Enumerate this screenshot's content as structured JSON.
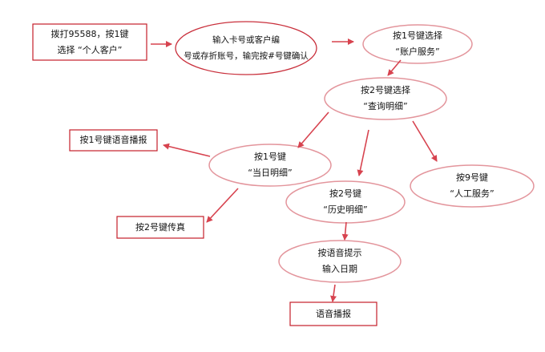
{
  "colors": {
    "box_border": "#c41f2a",
    "ellipse_first": "#c9303c",
    "ellipse": "#e3959c",
    "arrow": "#d7434f"
  },
  "nodes": {
    "start": {
      "line1": "拨打95588，按1键",
      "line2": "选择 “个人客户”"
    },
    "input_card": {
      "line1": "输入卡号或客户编",
      "line2": "号或存折账号，输完按#号键确认"
    },
    "account_service": {
      "line1": "按1号键选择",
      "line2": "“账户服务”"
    },
    "query_detail": {
      "line1": "按2号键选择",
      "line2": "“查询明细”"
    },
    "voice_report_1": {
      "line1": "按1号键语音播报"
    },
    "today_detail": {
      "line1": "按1号键",
      "line2": "“当日明细”"
    },
    "history_detail": {
      "line1": "按2号键",
      "line2": "“历史明细”"
    },
    "manual_service": {
      "line1": "按9号键",
      "line2": "“人工服务”"
    },
    "fax": {
      "line1": "按2号键传真"
    },
    "input_date": {
      "line1": "按语音提示",
      "line2": "输入日期"
    },
    "voice_report_2": {
      "line1": "语音播报"
    }
  }
}
